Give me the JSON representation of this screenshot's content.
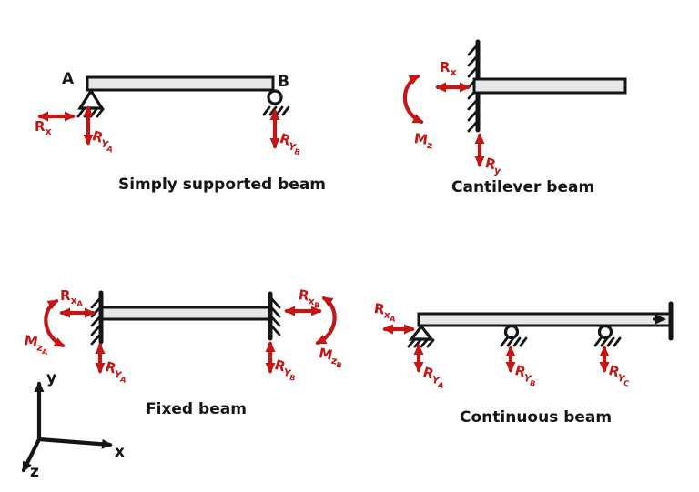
{
  "colors": {
    "accent_red": "#c51616",
    "ink_black": "#151515",
    "beam_fill": "#e7e7e7"
  },
  "figures": {
    "simply_supported": {
      "title": "Simply supported beam",
      "point_a": "A",
      "point_b": "B",
      "labels": {
        "rx": {
          "main": "R",
          "sub": "x"
        },
        "rya": {
          "main": "R",
          "sub": "Y",
          "subsub": "A"
        },
        "ryb": {
          "main": "R",
          "sub": "Y",
          "subsub": "B"
        }
      }
    },
    "cantilever": {
      "title": "Cantilever beam",
      "labels": {
        "rx": {
          "main": "R",
          "sub": "x"
        },
        "mz": {
          "main": "M",
          "sub": "z"
        },
        "ry": {
          "main": "R",
          "sub": "y"
        }
      }
    },
    "fixed": {
      "title": "Fixed beam",
      "labels": {
        "rxa": {
          "main": "R",
          "sub": "x",
          "subsub": "A"
        },
        "mza": {
          "main": "M",
          "sub": "z",
          "subsub": "A"
        },
        "rya": {
          "main": "R",
          "sub": "Y",
          "subsub": "A"
        },
        "rxb": {
          "main": "R",
          "sub": "x",
          "subsub": "B"
        },
        "mzb": {
          "main": "M",
          "sub": "z",
          "subsub": "B"
        },
        "ryb": {
          "main": "R",
          "sub": "Y",
          "subsub": "B"
        }
      }
    },
    "continuous": {
      "title": "Continuous beam",
      "labels": {
        "rxa": {
          "main": "R",
          "sub": "x",
          "subsub": "A"
        },
        "rya": {
          "main": "R",
          "sub": "Y",
          "subsub": "A"
        },
        "ryb": {
          "main": "R",
          "sub": "Y",
          "subsub": "B"
        },
        "ryc": {
          "main": "R",
          "sub": "Y",
          "subsub": "C"
        }
      }
    },
    "axes": {
      "x_label": "x",
      "y_label": "y",
      "z_label": "z"
    }
  }
}
